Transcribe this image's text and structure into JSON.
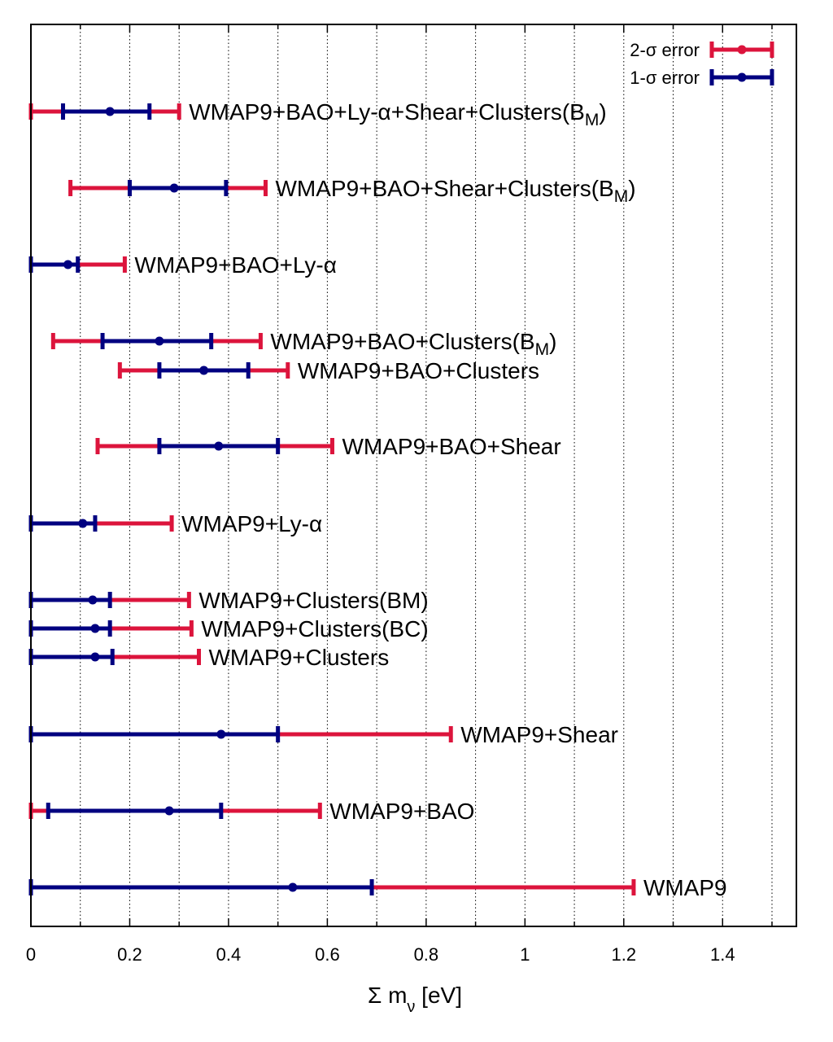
{
  "chart_data": {
    "type": "errorbar",
    "xlabel": "Σ m_ν [eV]",
    "xlim": [
      0,
      1.55
    ],
    "xticks": [
      0,
      0.2,
      0.4,
      0.6,
      0.8,
      1,
      1.2,
      1.4
    ],
    "xtick_labels": [
      "0",
      "0.2",
      "0.4",
      "0.6",
      "0.8",
      "1",
      "1.2",
      "1.4"
    ],
    "grid": "vertical dotted every 0.1",
    "legend": {
      "placement": "top-right",
      "entries": [
        {
          "label": "2-σ error",
          "color": "#dc143c"
        },
        {
          "label": "1-σ error",
          "color": "#000080"
        }
      ]
    },
    "colors": {
      "two_sigma": "#dc143c",
      "one_sigma": "#000080"
    },
    "rows": [
      {
        "label": "WMAP9+BAO+Ly-α+Shear+Clusters(B",
        "sub": "M",
        "suffix": ")",
        "center": 0.16,
        "sigma1": [
          0.065,
          0.24
        ],
        "sigma2": [
          0.0,
          0.3
        ]
      },
      {
        "label": "WMAP9+BAO+Shear+Clusters(B",
        "sub": "M",
        "suffix": ")",
        "center": 0.29,
        "sigma1": [
          0.2,
          0.395
        ],
        "sigma2": [
          0.08,
          0.475
        ]
      },
      {
        "label": "WMAP9+BAO+Ly-α",
        "center": 0.075,
        "sigma1": [
          0.0,
          0.095
        ],
        "sigma2": [
          0.0,
          0.19
        ]
      },
      {
        "label": "WMAP9+BAO+Clusters(B",
        "sub": "M",
        "suffix": ")",
        "center": 0.26,
        "sigma1": [
          0.145,
          0.365
        ],
        "sigma2": [
          0.045,
          0.465
        ]
      },
      {
        "label": "WMAP9+BAO+Clusters",
        "center": 0.35,
        "sigma1": [
          0.26,
          0.44
        ],
        "sigma2": [
          0.18,
          0.52
        ]
      },
      {
        "label": "WMAP9+BAO+Shear",
        "center": 0.38,
        "sigma1": [
          0.26,
          0.5
        ],
        "sigma2": [
          0.135,
          0.61
        ]
      },
      {
        "label": "WMAP9+Ly-α",
        "center": 0.105,
        "sigma1": [
          0.0,
          0.13
        ],
        "sigma2": [
          0.0,
          0.285
        ]
      },
      {
        "label": "WMAP9+Clusters(BM)",
        "center": 0.125,
        "sigma1": [
          0.0,
          0.16
        ],
        "sigma2": [
          0.0,
          0.32
        ]
      },
      {
        "label": "WMAP9+Clusters(BC)",
        "center": 0.13,
        "sigma1": [
          0.0,
          0.16
        ],
        "sigma2": [
          0.0,
          0.325
        ]
      },
      {
        "label": "WMAP9+Clusters",
        "center": 0.13,
        "sigma1": [
          0.0,
          0.165
        ],
        "sigma2": [
          0.0,
          0.34
        ]
      },
      {
        "label": "WMAP9+Shear",
        "center": 0.385,
        "sigma1": [
          0.0,
          0.5
        ],
        "sigma2": [
          0.0,
          0.85
        ]
      },
      {
        "label": "WMAP9+BAO",
        "center": 0.28,
        "sigma1": [
          0.035,
          0.385
        ],
        "sigma2": [
          0.0,
          0.585
        ]
      },
      {
        "label": "WMAP9",
        "center": 0.53,
        "sigma1": [
          0.0,
          0.69
        ],
        "sigma2": [
          0.0,
          1.22
        ]
      }
    ]
  }
}
